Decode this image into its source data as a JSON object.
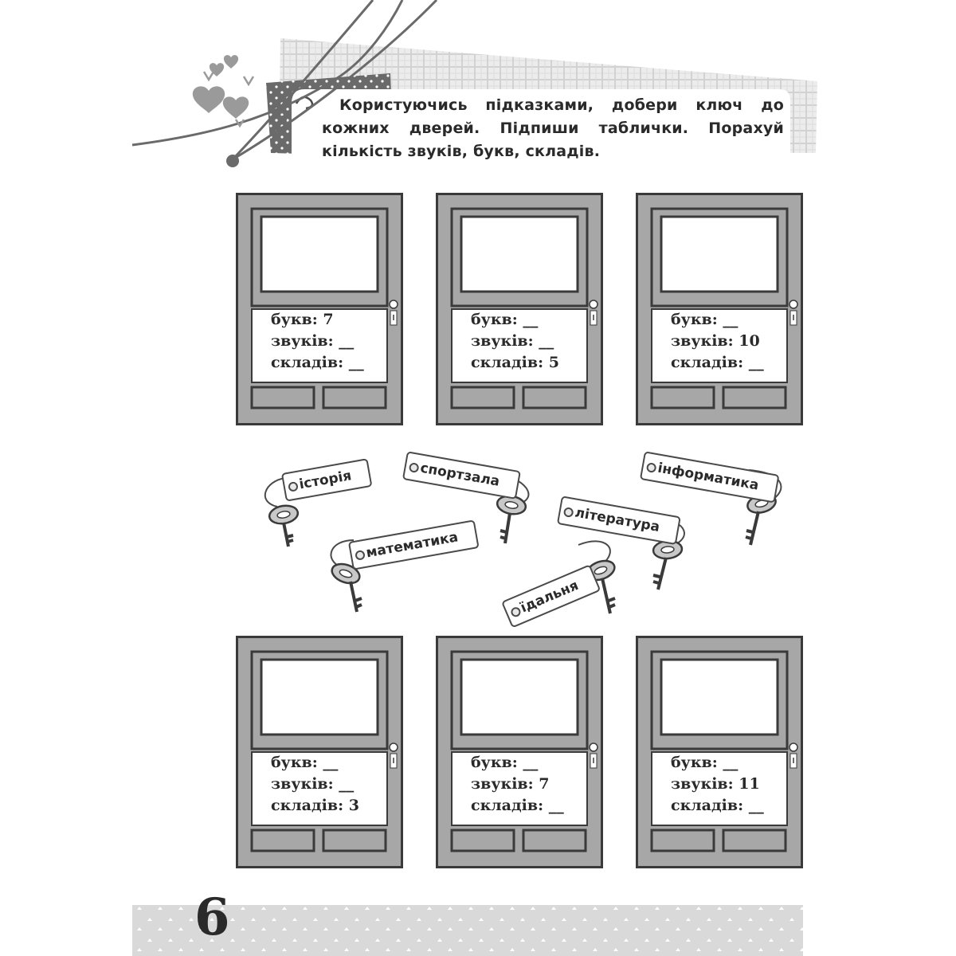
{
  "instruction": {
    "text": "Користуючись підказками, добери ключ до кожних дверей. Підпиши таблички. Порахуй кількість звуків, букв, складів."
  },
  "doors": [
    {
      "lines": [
        "букв: 7",
        "звуків: __",
        "складів: __"
      ]
    },
    {
      "lines": [
        "букв: __",
        "звуків: __",
        "складів: 5"
      ]
    },
    {
      "lines": [
        "букв: __",
        "звуків: 10",
        "складів: __"
      ]
    },
    {
      "lines": [
        "букв: __",
        "звуків: __",
        "складів: 3"
      ]
    },
    {
      "lines": [
        "букв: __",
        "звуків: 7",
        "складів: __"
      ]
    },
    {
      "lines": [
        "букв: __",
        "звуків: 11",
        "складів: __"
      ]
    }
  ],
  "key_tags": [
    "історія",
    "спортзала",
    "інформатика",
    "математика",
    "література",
    "їдальня"
  ],
  "page_number": "6",
  "colors": {
    "door_fill": "#a7a7a7",
    "door_stroke": "#3a3a3a",
    "ink": "#2a2a2a",
    "band": "#d9d9d9"
  }
}
